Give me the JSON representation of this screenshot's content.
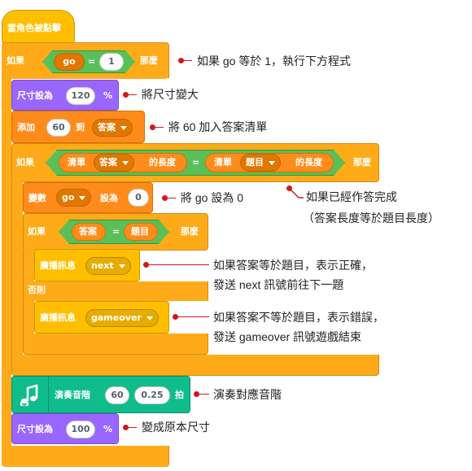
{
  "script": {
    "hat": {
      "label": "當角色被點擊"
    },
    "if1": {
      "label": "如果",
      "then": "那麼",
      "left": "go",
      "op": "=",
      "right": "1"
    },
    "size_up": {
      "label": "尺寸設為",
      "value": "120",
      "unit": "%"
    },
    "add": {
      "label": "添加",
      "value": "60",
      "to": "到",
      "list": "答案"
    },
    "if2": {
      "label": "如果",
      "then": "那麼",
      "left_prefix": "清單",
      "left_list": "答案",
      "left_suffix": "的長度",
      "op": "=",
      "right_prefix": "清單",
      "right_list": "題目",
      "right_suffix": "的長度"
    },
    "setvar": {
      "label": "變數",
      "var": "go",
      "to": "設為",
      "value": "0"
    },
    "if3": {
      "label": "如果",
      "then": "那麼",
      "left": "答案",
      "op": "=",
      "right": "題目",
      "else": "否則"
    },
    "broadcast1": {
      "label": "廣播訊息",
      "msg": "next"
    },
    "broadcast2": {
      "label": "廣播訊息",
      "msg": "gameover"
    },
    "play": {
      "label": "演奏音階",
      "note": "60",
      "beats": "0.25",
      "unit": "拍",
      "icon": "music-note-icon"
    },
    "size_back": {
      "label": "尺寸設為",
      "value": "100",
      "unit": "%"
    }
  },
  "annotations": {
    "a1": "如果 go 等於 1，執行下方程式",
    "a2": "將尺寸變大",
    "a3": "將 60 加入答案清單",
    "a4": "將 go 設為 0",
    "a5_line1": "如果已經作答完成",
    "a5_line2": "（答案長度等於題目長度）",
    "a6_line1": "如果答案等於題目，表示正確，",
    "a6_line2": "發送 next 訊號前往下一題",
    "a7_line1": "如果答案不等於題目，表示錯誤，",
    "a7_line2": "發送 gameover 訊號遊戲結束",
    "a8": "演奏對應音階",
    "a9": "變成原本尺寸"
  },
  "colors": {
    "control": "#FFAB19",
    "events": "#FFBF00",
    "looks": "#9966FF",
    "variables": "#FF8C1A",
    "operators": "#59C059",
    "music": "#0FBD8C",
    "annotation": "#D01818"
  }
}
